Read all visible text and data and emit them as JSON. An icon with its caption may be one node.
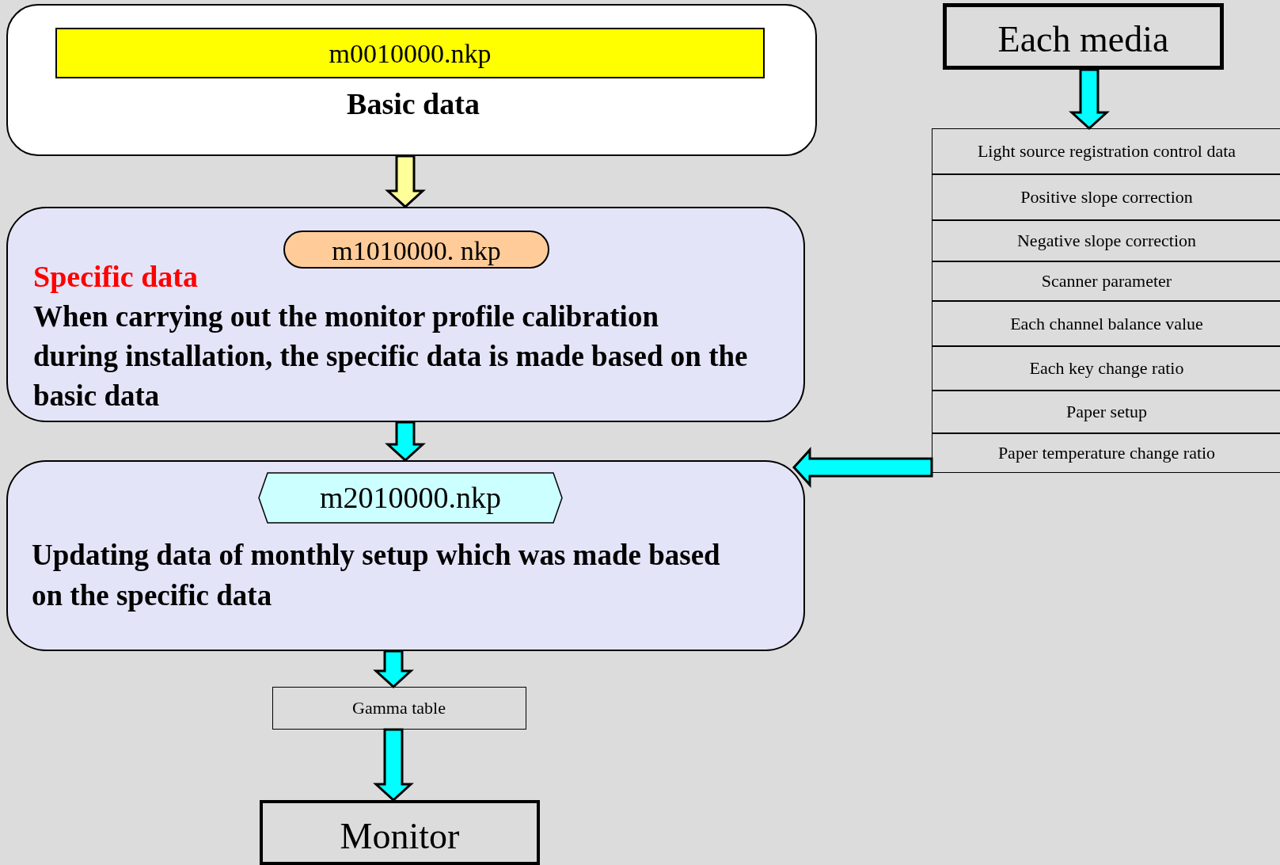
{
  "diagram": {
    "nodes": [
      {
        "text": [
          "Basic data"
        ]
      },
      {
        "text": [
          "m0010000.nkp"
        ],
        "in": 0
      },
      {
        "text": [
          "Specific data",
          "When carrying out the monitor profile calibration during installation,  the specific data is made based on the basic data"
        ]
      },
      {
        "text": [
          "m1010000. nkp"
        ],
        "in": 2
      },
      {
        "text": [
          "Updating data of monthly setup which was made based on the specific data"
        ]
      },
      {
        "text": [
          "m2010000.nkp"
        ],
        "in": 4
      },
      {
        "text": [
          "Gamma table"
        ]
      },
      {
        "text": [
          "Monitor"
        ]
      },
      {
        "text": [
          "Each media"
        ]
      },
      {
        "text": [
          "Light source registration control data"
        ]
      },
      {
        "text": [
          "Positive slope correction"
        ]
      },
      {
        "text": [
          "Negative slope correction"
        ]
      },
      {
        "text": [
          "Scanner parameter"
        ]
      },
      {
        "text": [
          "Each channel balance value"
        ]
      },
      {
        "text": [
          "Each key change ratio"
        ]
      },
      {
        "text": [
          "Paper setup"
        ]
      },
      {
        "text": [
          "Paper temperature change ratio"
        ]
      }
    ],
    "edges": [
      {
        "from": 0,
        "to": 2,
        "arrow": "to",
        "color": "#ffff99"
      },
      {
        "from": 2,
        "to": 4,
        "arrow": "to"
      },
      {
        "from": 4,
        "to": 6,
        "arrow": "to"
      },
      {
        "from": 6,
        "to": 7,
        "arrow": "to"
      },
      {
        "from": 8,
        "to": 9,
        "arrow": "to"
      },
      {
        "from": 16,
        "to": 4,
        "arrow": "to"
      }
    ]
  }
}
